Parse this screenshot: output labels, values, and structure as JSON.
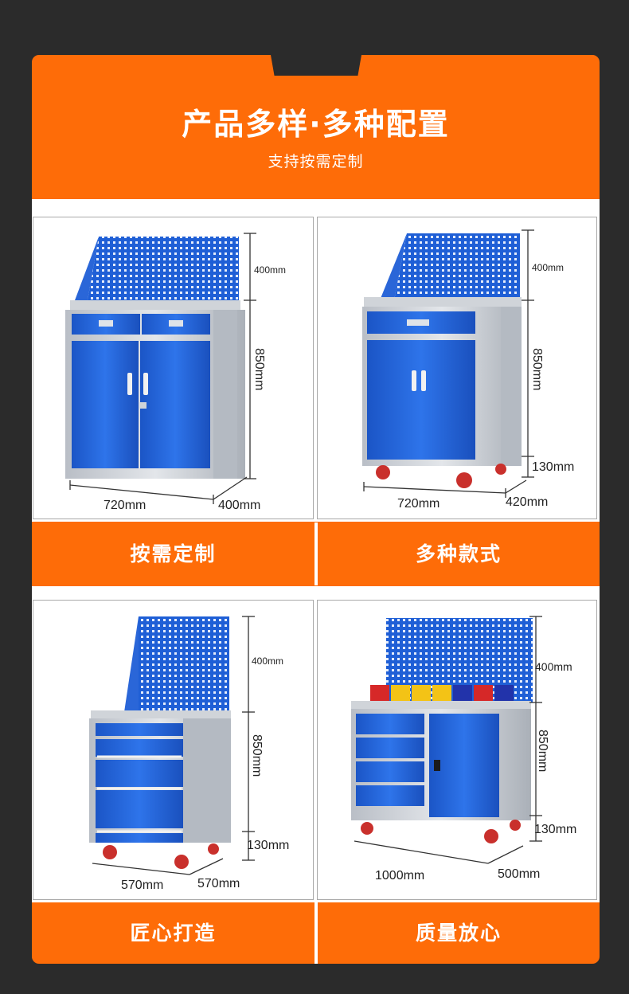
{
  "header": {
    "title": "产品多样·多种配置",
    "subtitle": "支持按需定制"
  },
  "products": [
    {
      "label": "按需定制",
      "dim_width": "720mm",
      "dim_depth": "400mm",
      "dim_board": "400mm",
      "dim_body": "850mm"
    },
    {
      "label": "多种款式",
      "dim_width": "720mm",
      "dim_depth": "420mm",
      "dim_board": "400mm",
      "dim_body": "850mm",
      "dim_wheel": "130mm"
    },
    {
      "label": "匠心打造",
      "dim_width": "570mm",
      "dim_depth": "570mm",
      "dim_board": "400mm",
      "dim_body": "850mm",
      "dim_wheel": "130mm"
    },
    {
      "label": "质量放心",
      "dim_width": "1000mm",
      "dim_depth": "500mm",
      "dim_board": "400mm",
      "dim_body": "850mm",
      "dim_wheel": "130mm"
    }
  ],
  "colors": {
    "accent": "#fe6c08",
    "cabinet_blue": "#1f5fd6",
    "frame_grey": "#c8ccd2"
  }
}
